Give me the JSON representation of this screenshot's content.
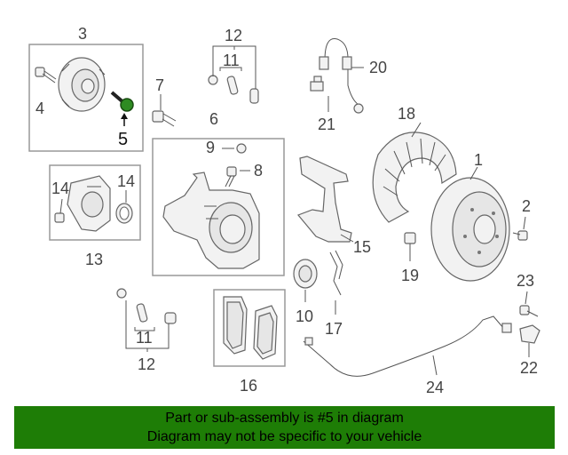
{
  "banner": {
    "line1": "Part or sub-assembly is #5 in diagram",
    "line2": "Diagram may not be specific to your vehicle"
  },
  "labels": {
    "l1": "1",
    "l2": "2",
    "l3": "3",
    "l4": "4",
    "l5": "5",
    "l6": "6",
    "l7": "7",
    "l8": "8",
    "l9": "9",
    "l10": "10",
    "l11a": "11",
    "l11b": "11",
    "l12a": "12",
    "l12b": "12",
    "l13": "13",
    "l14a": "14",
    "l14b": "14",
    "l15": "15",
    "l16": "16",
    "l17": "17",
    "l18": "18",
    "l19": "19",
    "l20": "20",
    "l21": "21",
    "l22": "22",
    "l23": "23",
    "l24": "24"
  },
  "colors": {
    "banner": "#1e7d06",
    "highlight": "#2e8b22"
  }
}
